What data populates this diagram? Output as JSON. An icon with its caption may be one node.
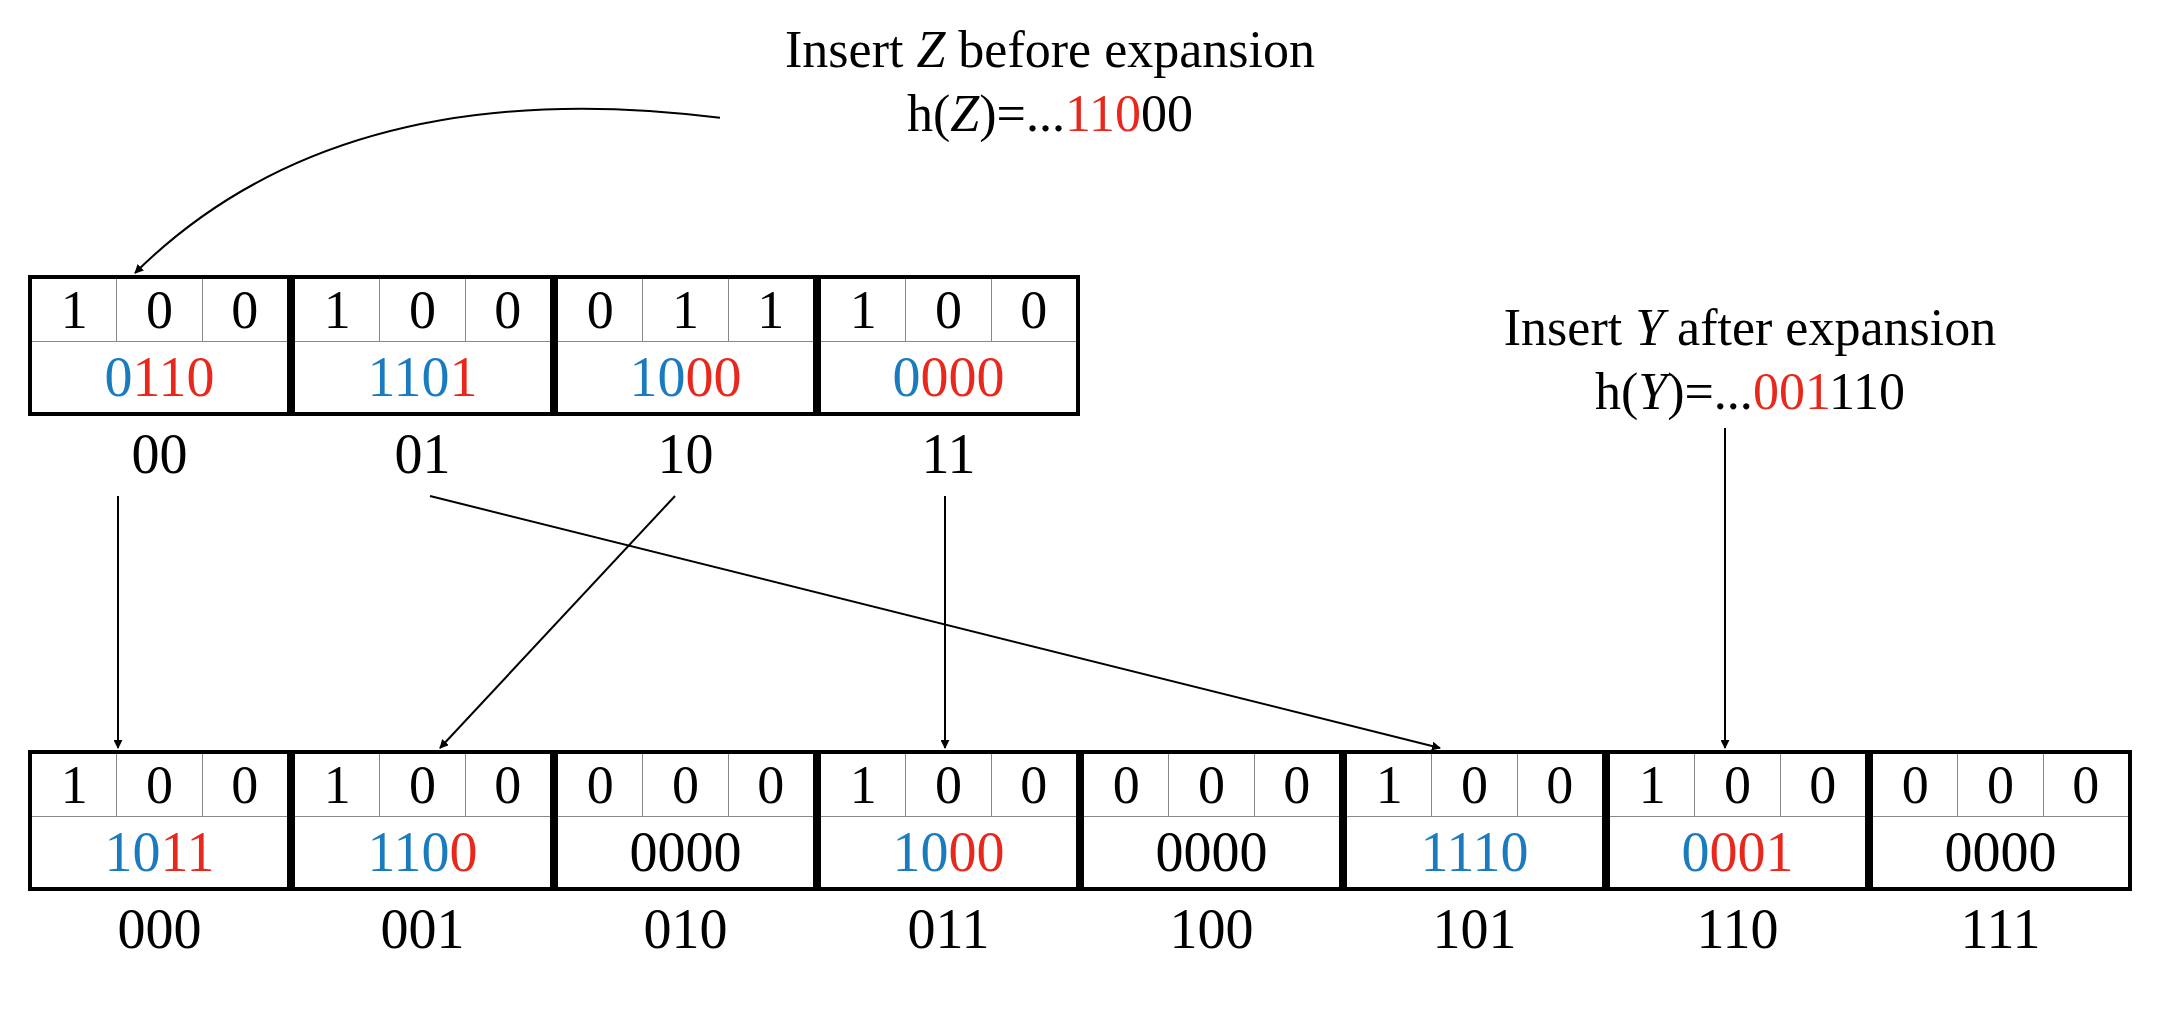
{
  "diagram": {
    "nodes": [
      {
        "text": [
          "Insert *Z* before expansion",
          "h(*Z*)=...11000"
        ]
      },
      {
        "text": [
          "1",
          "0",
          "0",
          "0110"
        ],
        "beside": [
          "00"
        ]
      },
      {
        "text": [
          "1",
          "0",
          "0",
          "1101"
        ],
        "beside": [
          "01"
        ]
      },
      {
        "text": [
          "0",
          "1",
          "1",
          "1000"
        ],
        "beside": [
          "10"
        ]
      },
      {
        "text": [
          "1",
          "0",
          "0",
          "0000"
        ],
        "beside": [
          "11"
        ]
      },
      {
        "text": [
          "Insert *Y* after expansion",
          "h(*Y*)=...001110"
        ]
      },
      {
        "text": [
          "1",
          "0",
          "0",
          "1011"
        ],
        "beside": [
          "000"
        ]
      },
      {
        "text": [
          "1",
          "0",
          "0",
          "1100"
        ],
        "beside": [
          "001"
        ]
      },
      {
        "text": [
          "0",
          "0",
          "0",
          "0000"
        ],
        "beside": [
          "010"
        ]
      },
      {
        "text": [
          "1",
          "0",
          "0",
          "1000"
        ],
        "beside": [
          "011"
        ]
      },
      {
        "text": [
          "0",
          "0",
          "0",
          "0000"
        ],
        "beside": [
          "100"
        ]
      },
      {
        "text": [
          "1",
          "0",
          "0",
          "1110"
        ],
        "beside": [
          "101"
        ]
      },
      {
        "text": [
          "1",
          "0",
          "0",
          "0001"
        ],
        "beside": [
          "110"
        ]
      },
      {
        "text": [
          "0",
          "0",
          "0",
          "0000"
        ],
        "beside": [
          "111"
        ]
      }
    ],
    "edges": [
      {
        "from": 0,
        "to": 1,
        "arrow": "to"
      },
      {
        "from": 1,
        "to": 6,
        "arrow": "to"
      },
      {
        "from": 2,
        "to": 11,
        "arrow": "to"
      },
      {
        "from": 3,
        "to": 7,
        "arrow": "to"
      },
      {
        "from": 4,
        "to": 9,
        "arrow": "to"
      },
      {
        "from": 5,
        "to": 12,
        "arrow": "to"
      }
    ]
  }
}
